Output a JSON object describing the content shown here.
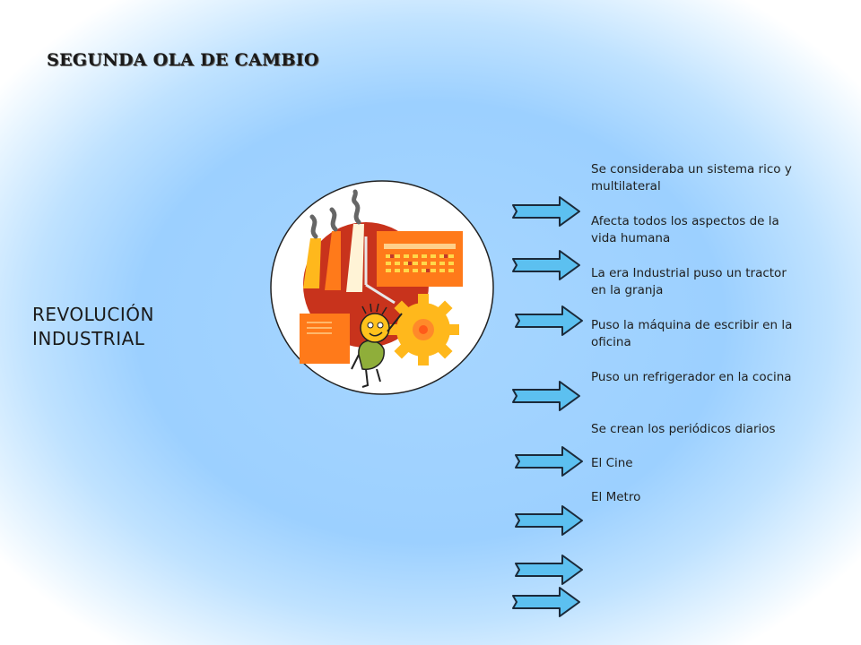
{
  "slide": {
    "title": "SEGUNDA OLA DE CAMBIO",
    "subject": [
      "REVOLUCIÓN",
      "INDUSTRIAL"
    ],
    "items": [
      "Se consideraba un sistema rico y multilateral",
      "Afecta todos los aspectos de la vida humana",
      "La era Industrial puso un tractor en la granja",
      "Puso la máquina de escribir en la oficina",
      "Puso un refrigerador en la cocina",
      "Se crean los periódicos diarios",
      "El Cine",
      "El Metro"
    ],
    "colors": {
      "arrow_fill": "#5cc0f0",
      "arrow_stroke": "#1b2a3a",
      "factory_orange": "#ff7a1a",
      "factory_yellow": "#ffb81c",
      "clock_red": "#c8331c"
    },
    "illustration": "factory-clip-art"
  }
}
